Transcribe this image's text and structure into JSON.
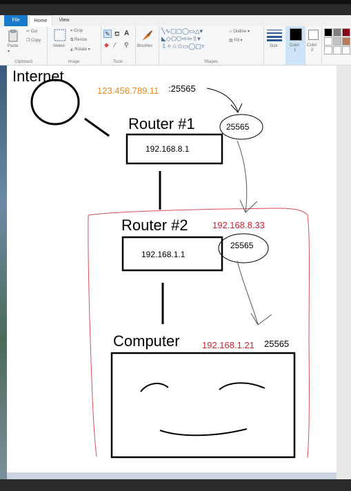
{
  "ribbon": {
    "tabs": {
      "file": "File",
      "home": "Home",
      "view": "View"
    },
    "clipboard": {
      "paste": "Paste",
      "cut": "Cut",
      "copy": "Copy",
      "label": "Clipboard"
    },
    "image": {
      "select": "Select",
      "crop": "Crop",
      "resize": "Resize",
      "rotate": "Rotate",
      "label": "Image"
    },
    "tools": {
      "label": "Tools"
    },
    "brushes": {
      "label": "Brushes"
    },
    "shapes": {
      "outline": "Outline",
      "fill": "Fill",
      "label": "Shapes"
    },
    "size": {
      "label": "Size"
    },
    "color1": {
      "label_line1": "Color",
      "label_line2": "1"
    },
    "color2": {
      "label_line1": "Color",
      "label_line2": "2"
    },
    "palette": [
      "#000000",
      "#7f7f7f",
      "#880015",
      "#ffffff",
      "#c3c3c3",
      "#b97a57",
      "#ffffff",
      "#ffffff",
      "#ffffff"
    ]
  },
  "drawing": {
    "internet_label": "Internet",
    "public_ip": "123.456.789.11",
    "public_port": ":25565",
    "router1_title": "Router #1",
    "router1_ip": "192.168.8.1",
    "router1_port_bubble": "25565",
    "router2_title": "Router #2",
    "router2_wan_ip": "192.168.8.33",
    "router2_ip": "192.168.1.1",
    "router2_port_bubble": "25565",
    "computer_title": "Computer",
    "computer_ip": "192.168.1.21",
    "computer_port": "25565"
  },
  "colors": {
    "orange_text": "#e8891e",
    "red_text": "#d0202e",
    "network_outline": "#d94b5a",
    "ribbon_file_tab": "#1979ca"
  }
}
